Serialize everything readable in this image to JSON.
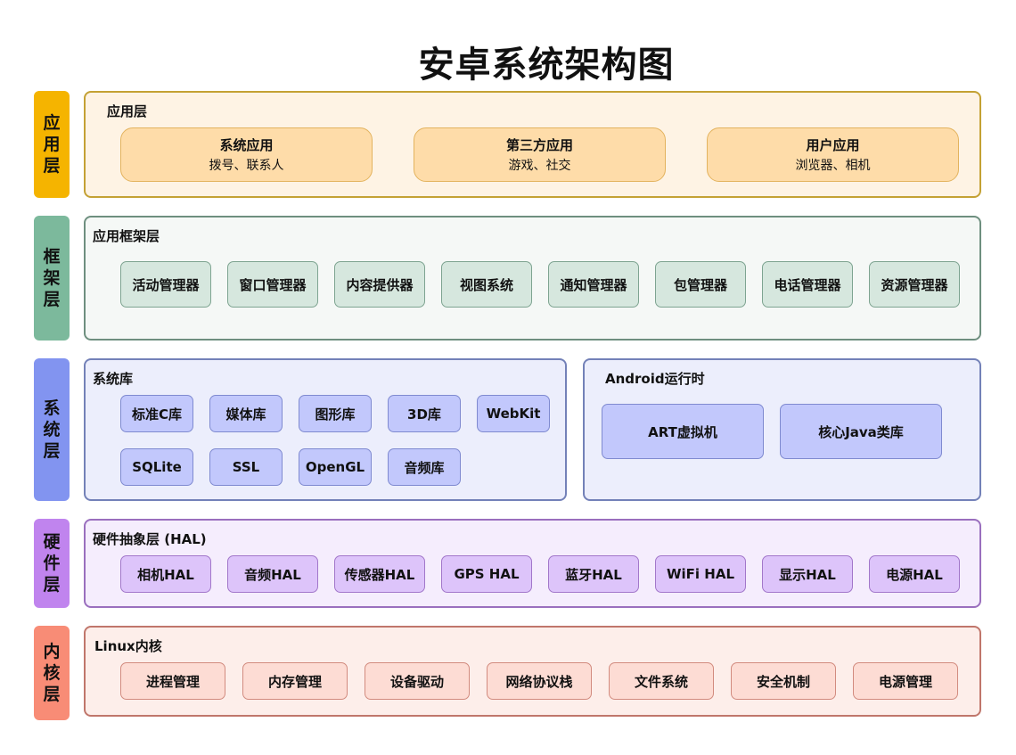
{
  "title": "安卓系统架构图",
  "tags": [
    "应用层",
    "框架层",
    "系统层",
    "硬件层",
    "内核层"
  ],
  "app_layer": {
    "title": "应用层",
    "apps": [
      {
        "name": "系统应用",
        "desc": "拨号、联系人"
      },
      {
        "name": "第三方应用",
        "desc": "游戏、社交"
      },
      {
        "name": "用户应用",
        "desc": "浏览器、相机"
      }
    ]
  },
  "framework_layer": {
    "title": "应用框架层",
    "items": [
      "活动管理器",
      "窗口管理器",
      "内容提供器",
      "视图系统",
      "通知管理器",
      "包管理器",
      "电话管理器",
      "资源管理器"
    ]
  },
  "system_libs": {
    "title": "系统库",
    "row1": [
      "标准C库",
      "媒体库",
      "图形库",
      "3D库",
      "WebKit"
    ],
    "row2": [
      "SQLite",
      "SSL",
      "OpenGL",
      "音频库"
    ]
  },
  "android_runtime": {
    "title": "Android运行时",
    "items": [
      "ART虚拟机",
      "核心Java类库"
    ]
  },
  "hal_layer": {
    "title": "硬件抽象层 (HAL)",
    "items": [
      "相机HAL",
      "音频HAL",
      "传感器HAL",
      "GPS HAL",
      "蓝牙HAL",
      "WiFi HAL",
      "显示HAL",
      "电源HAL"
    ]
  },
  "kernel_layer": {
    "title": "Linux内核",
    "items": [
      "进程管理",
      "内存管理",
      "设备驱动",
      "网络协议栈",
      "文件系统",
      "安全机制",
      "电源管理"
    ]
  },
  "colors": {
    "app": "#f5b400",
    "framework": "#7cb99c",
    "system": "#8294f0",
    "hal": "#c084ee",
    "kernel": "#f88c76"
  }
}
